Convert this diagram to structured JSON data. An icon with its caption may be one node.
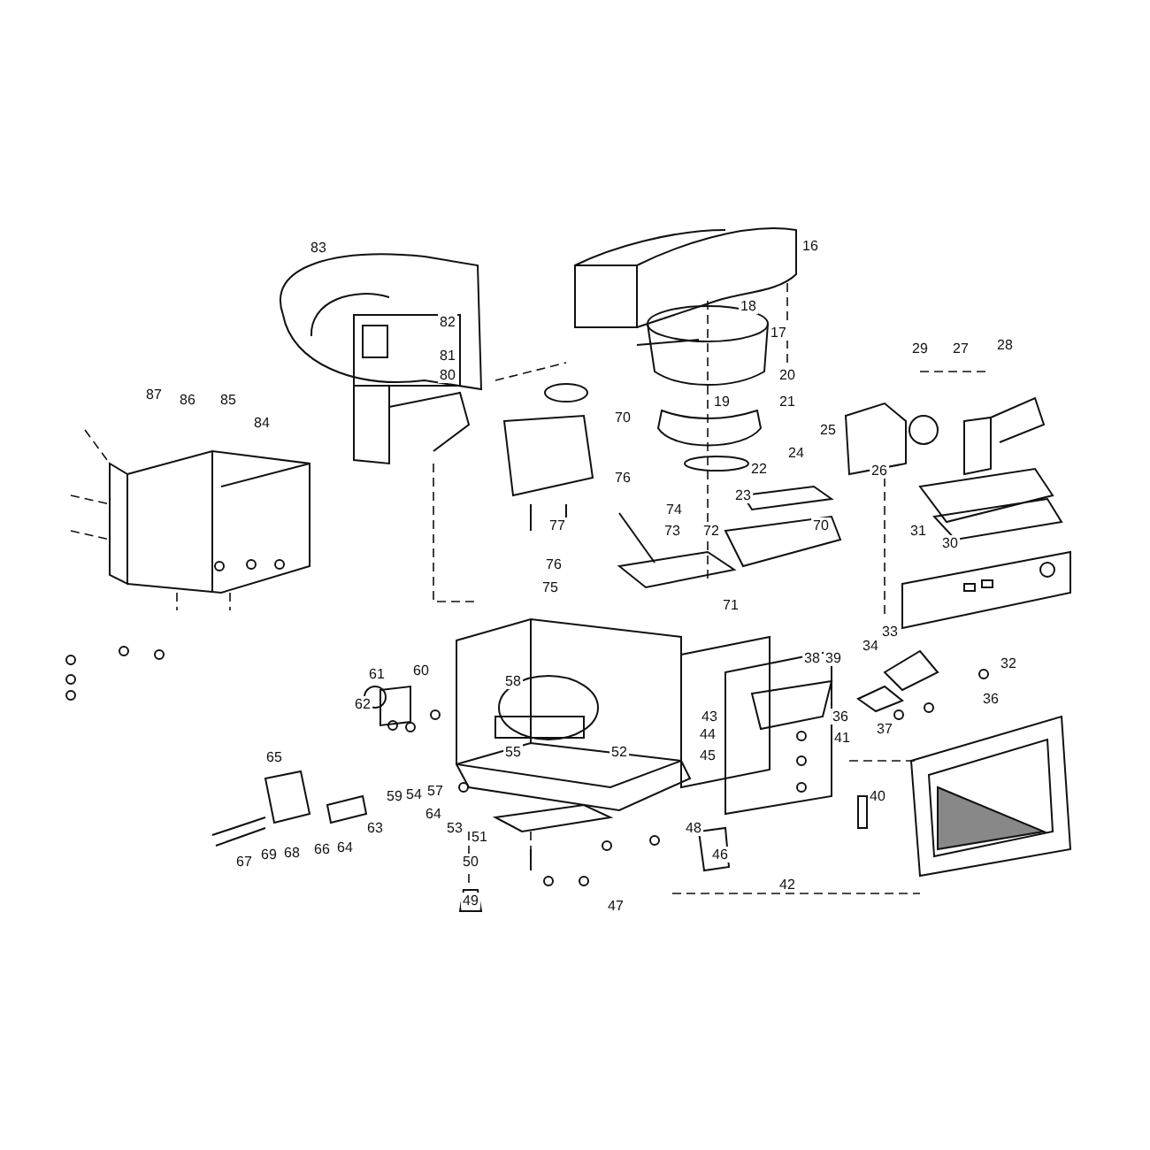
{
  "diagram": {
    "labels": [
      "83",
      "16",
      "18",
      "82",
      "17",
      "29",
      "27",
      "28",
      "81",
      "80",
      "87",
      "86",
      "85",
      "20",
      "70",
      "84",
      "19",
      "21",
      "25",
      "24",
      "76",
      "22",
      "26",
      "23",
      "74",
      "77",
      "73",
      "72",
      "70",
      "31",
      "30",
      "76",
      "75",
      "71",
      "33",
      "34",
      "38",
      "39",
      "32",
      "61",
      "60",
      "58",
      "36",
      "62",
      "43",
      "36",
      "37",
      "44",
      "41",
      "55",
      "52",
      "65",
      "45",
      "59",
      "54",
      "57",
      "40",
      "64",
      "63",
      "53",
      "48",
      "51",
      "67",
      "69",
      "68",
      "66",
      "64",
      "46",
      "50",
      "42",
      "49",
      "47"
    ]
  }
}
